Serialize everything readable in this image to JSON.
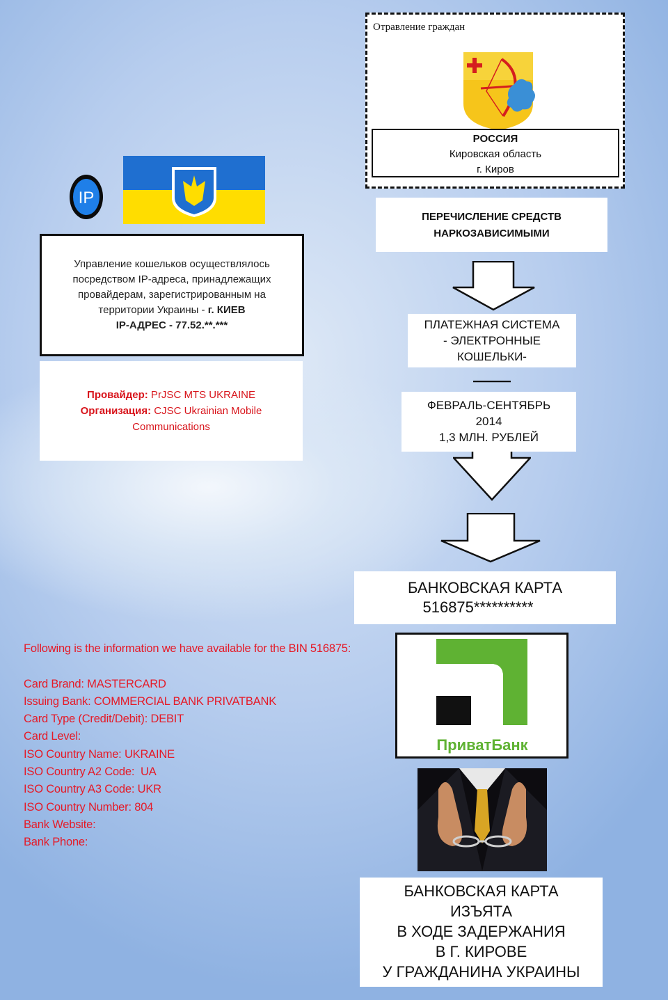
{
  "kirov": {
    "title": "Отравление граждан",
    "country": "РОССИЯ",
    "region": "Кировская область",
    "city": "г. Киров"
  },
  "steps": {
    "transfer_line1": "ПЕРЕЧИСЛЕНИЕ СРЕДСТВ",
    "transfer_line2": "НАРКОЗАВИСИМЫМИ",
    "payment_line1": "ПЛАТЕЖНАЯ СИСТЕМА",
    "payment_line2": "- ЭЛЕКТРОННЫЕ",
    "payment_line3": "КОШЕЛЬКИ-",
    "period_line1": "ФЕВРАЛЬ-СЕНТЯБРЬ",
    "period_line2": "2014",
    "period_line3": "1,3 МЛН. РУБЛЕЙ"
  },
  "card": {
    "label": "БАНКОВСКАЯ КАРТА",
    "number": "516875**********"
  },
  "final": {
    "line1": "БАНКОВСКАЯ КАРТА",
    "line2": "ИЗЪЯТА",
    "line3": "В ХОДЕ ЗАДЕРЖАНИЯ",
    "line4": "В Г. КИРОВЕ",
    "line5": "У ГРАЖДАНИНА УКРАИНЫ"
  },
  "ip_badge": "IP",
  "ip_info": {
    "line1": "Управление кошельков осуществлялось",
    "line2": "посредством IP-адреса, принадлежащих",
    "line3": "провайдерам, зарегистрированным на",
    "line4_prefix": "территории Украины - ",
    "line4_bold": "г. КИЕВ",
    "line5": "IP-АДРЕС - 77.52.**.***"
  },
  "provider": {
    "provider_label": "Провайдер:",
    "provider_value": " PrJSC MTS UKRAINE",
    "org_label": "Организация:",
    "org_value": " CJSC Ukrainian Mobile",
    "org_value2": "Communications"
  },
  "bin_info": {
    "lines": [
      "Following is the information we have available for the BIN 516875:",
      "",
      "Card Brand: MASTERCARD",
      "Issuing Bank: COMMERCIAL BANK PRIVATBANK",
      "Card Type (Credit/Debit): DEBIT",
      "Card Level:",
      "ISO Country Name: UKRAINE",
      "ISO Country A2 Code:  UA",
      "ISO Country A3 Code: UKR",
      "ISO Country Number: 804",
      "Bank Website:",
      "Bank Phone:"
    ]
  },
  "privatbank_logo_text": "ПриватБанк",
  "colors": {
    "flag_blue": "#1f6fd0",
    "flag_yellow": "#ffdd00",
    "red_text": "#e51a27",
    "privat_green": "#5fb233"
  }
}
